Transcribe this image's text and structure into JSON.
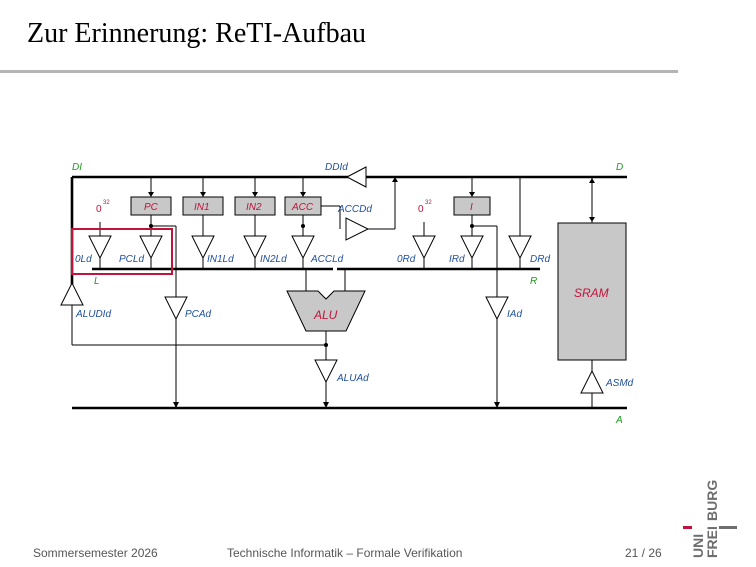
{
  "slide": {
    "title": "Zur Erinnerung: ReTI-Aufbau"
  },
  "footer": {
    "semester": "Sommersemester 2026",
    "course": "Technische Informatik – Formale Verifikation",
    "page": "21 / 26"
  },
  "logo": {
    "text_top": "BURG",
    "text_mid": "FREI",
    "text_uni": "UNI"
  },
  "diagram": {
    "buses": {
      "di": "DI",
      "d": "D",
      "l": "L",
      "r": "R",
      "a": "A"
    },
    "registers": {
      "pc": "PC",
      "in1": "IN1",
      "in2": "IN2",
      "acc": "ACC",
      "i": "I"
    },
    "units": {
      "alu": "ALU",
      "sram": "SRAM"
    },
    "drivers": {
      "ddid": "DDId",
      "accdd": "ACCDd",
      "zero_ld": "0Ld",
      "pcld": "PCLd",
      "in1ld": "IN1Ld",
      "in2ld": "IN2Ld",
      "accld": "ACCLd",
      "zero_rd": "0Rd",
      "ird": "IRd",
      "drd": "DRd",
      "aludid": "ALUDId",
      "pcad": "PCAd",
      "iad": "IAd",
      "aluad": "ALUAd",
      "asmd": "ASMd"
    },
    "constants": {
      "zero": "0",
      "exp": "32"
    },
    "colors": {
      "bus_green": "#1a9a1a",
      "driver_blue": "#1f4e9e",
      "register_red": "#c0143c",
      "box_gray": "#c8c8c8",
      "highlight": "#c0143c"
    }
  }
}
